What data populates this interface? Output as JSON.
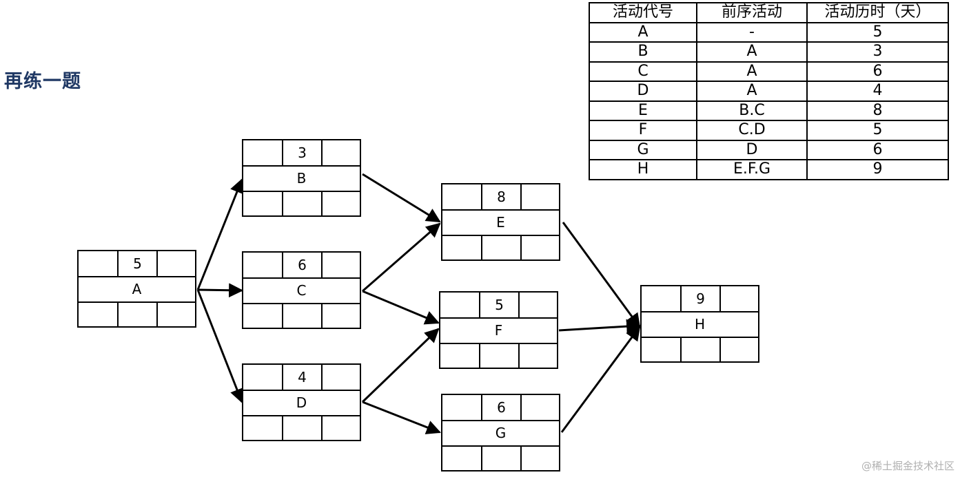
{
  "title": "再练一题",
  "table": {
    "headers": [
      "活动代号",
      "前序活动",
      "活动历时（天）"
    ],
    "rows": [
      [
        "A",
        "-",
        "5"
      ],
      [
        "B",
        "A",
        "3"
      ],
      [
        "C",
        "A",
        "6"
      ],
      [
        "D",
        "A",
        "4"
      ],
      [
        "E",
        "B.C",
        "8"
      ],
      [
        "F",
        "C.D",
        "5"
      ],
      [
        "G",
        "D",
        "6"
      ],
      [
        "H",
        "E.F.G",
        "9"
      ]
    ]
  },
  "nodes": {
    "A": {
      "name": "A",
      "duration": "5"
    },
    "B": {
      "name": "B",
      "duration": "3"
    },
    "C": {
      "name": "C",
      "duration": "6"
    },
    "D": {
      "name": "D",
      "duration": "4"
    },
    "E": {
      "name": "E",
      "duration": "8"
    },
    "F": {
      "name": "F",
      "duration": "5"
    },
    "G": {
      "name": "G",
      "duration": "6"
    },
    "H": {
      "name": "H",
      "duration": "9"
    }
  },
  "watermark": "@稀土掘金技术社区"
}
